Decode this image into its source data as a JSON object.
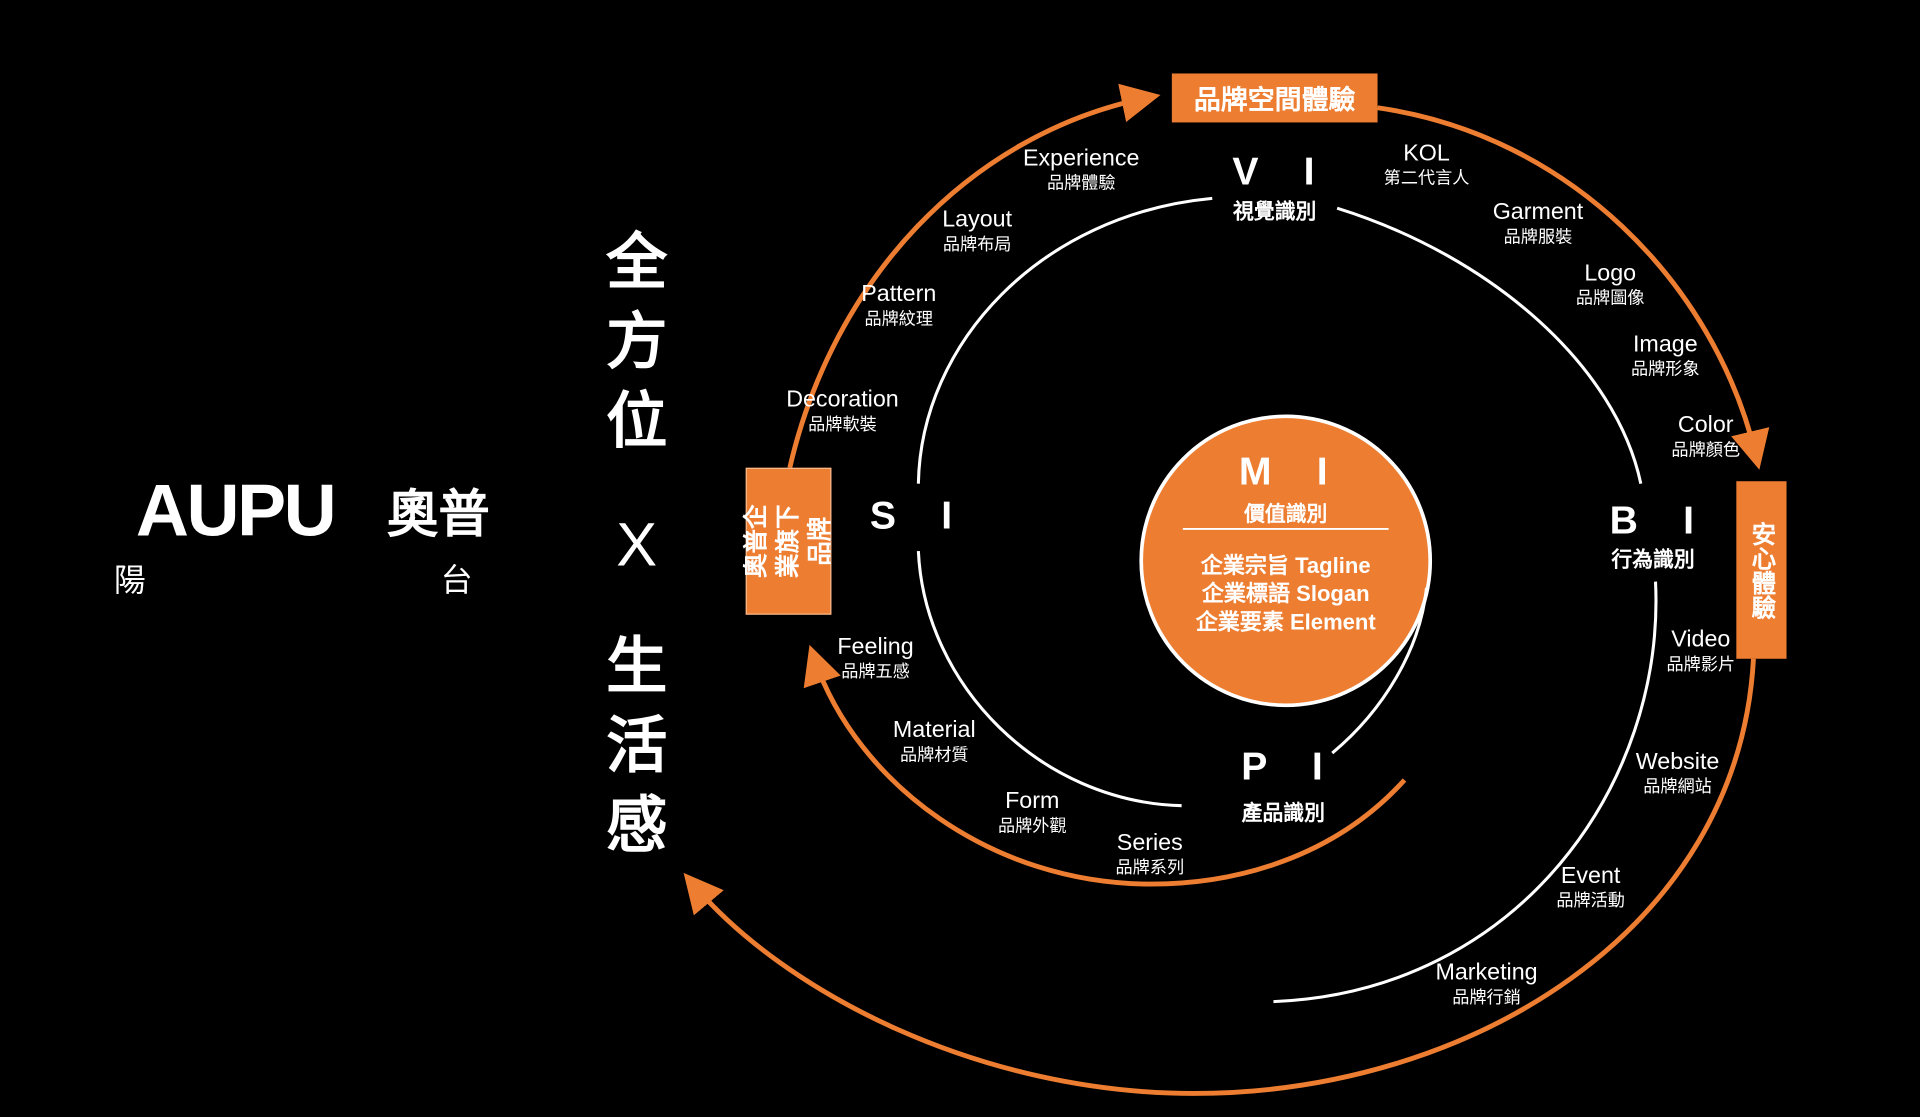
{
  "brand": {
    "logo_en": "AUPU",
    "logo_zh": "奧普",
    "sub_left": "陽",
    "sub_right": "台"
  },
  "slogan": {
    "chars_top": [
      "全",
      "方",
      "位"
    ],
    "cross": "X",
    "chars_bottom": [
      "生",
      "活",
      "感"
    ]
  },
  "boxes": {
    "top": "品牌空間體驗",
    "right": "安心體驗",
    "left": "奧普企業旗下品牌"
  },
  "center": {
    "title": "M I",
    "subtitle": "價值識別",
    "lines": [
      "企業宗旨 Tagline",
      "企業標語 Slogan",
      "企業要素 Element"
    ]
  },
  "pillars": {
    "vi": {
      "title": "V I",
      "subtitle": "視覺識別"
    },
    "si": {
      "title": "S I"
    },
    "bi": {
      "title": "B I",
      "subtitle": "行為識別"
    },
    "pi": {
      "title": "P I",
      "subtitle": "產品識別"
    }
  },
  "items": [
    {
      "en": "Experience",
      "zh": "品牌體驗"
    },
    {
      "en": "Layout",
      "zh": "品牌布局"
    },
    {
      "en": "Pattern",
      "zh": "品牌紋理"
    },
    {
      "en": "Decoration",
      "zh": "品牌軟裝"
    },
    {
      "en": "KOL",
      "zh": "第二代言人"
    },
    {
      "en": "Garment",
      "zh": "品牌服裝"
    },
    {
      "en": "Logo",
      "zh": "品牌圖像"
    },
    {
      "en": "Image",
      "zh": "品牌形象"
    },
    {
      "en": "Color",
      "zh": "品牌顏色"
    },
    {
      "en": "Video",
      "zh": "品牌影片"
    },
    {
      "en": "Website",
      "zh": "品牌網站"
    },
    {
      "en": "Event",
      "zh": "品牌活動"
    },
    {
      "en": "Marketing",
      "zh": "品牌行銷"
    },
    {
      "en": "Feeling",
      "zh": "品牌五感"
    },
    {
      "en": "Material",
      "zh": "品牌材質"
    },
    {
      "en": "Form",
      "zh": "品牌外觀"
    },
    {
      "en": "Series",
      "zh": "品牌系列"
    }
  ],
  "colors": {
    "accent": "#ED7D31",
    "background": "#000000",
    "text": "#FFFFFF"
  }
}
